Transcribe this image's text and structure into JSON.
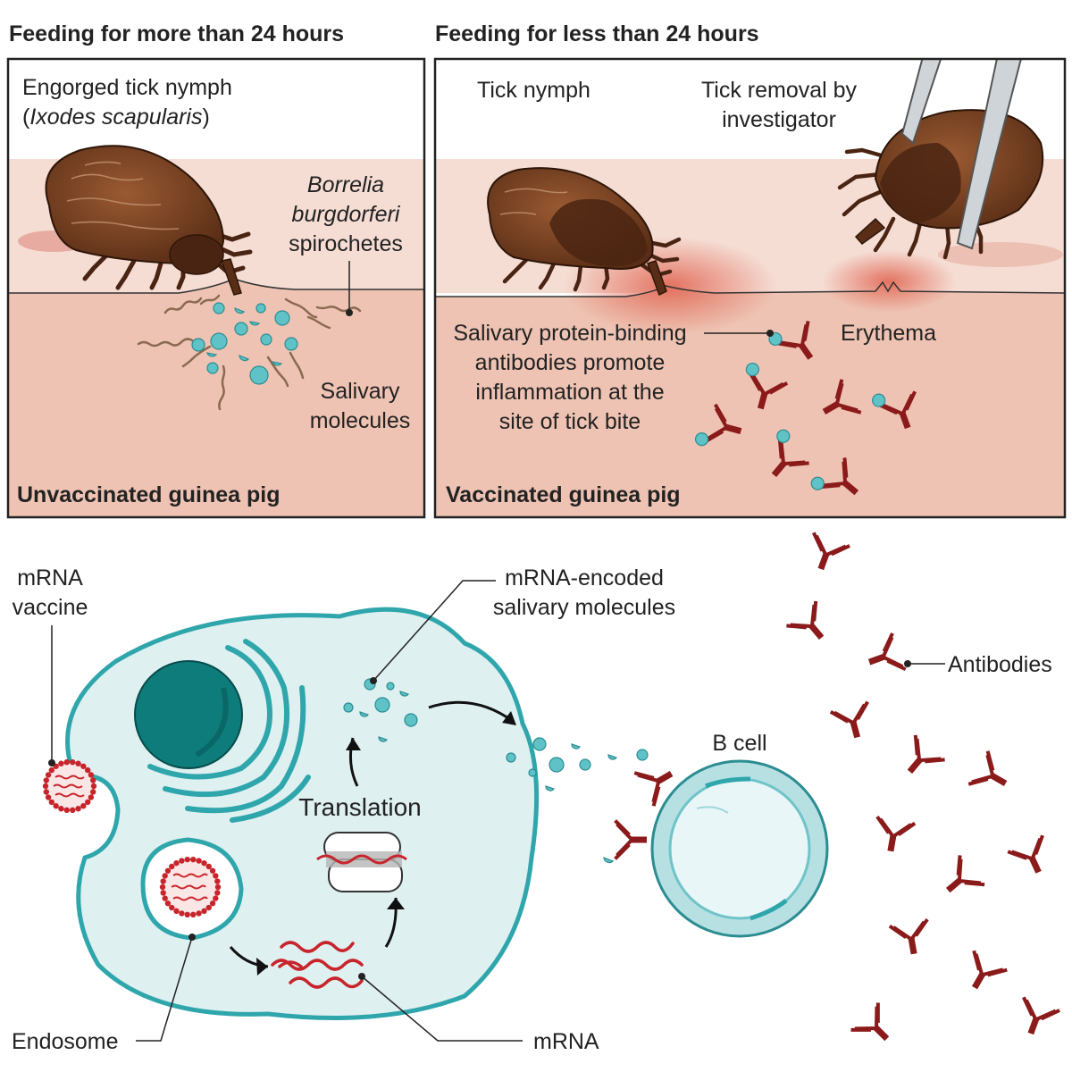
{
  "colors": {
    "skin_top": "#f5ddd4",
    "skin_bottom": "#eec3b3",
    "cell_fill": "#dff0f1",
    "cell_stroke": "#2fa6ab",
    "nucleus": "#0e7c7b",
    "molecule": "#5ec2c7",
    "antibody": "#8b1a1a",
    "mrna": "#c8242b",
    "tick_body": "#6b3a1f",
    "tick_shield": "#4a2412",
    "erythema": "#e0604c"
  },
  "left_panel": {
    "header": "Feeding for more than 24 hours",
    "tick_label_line1": "Engorged tick nymph",
    "tick_label_paren_open": "(",
    "tick_label_species": "Ixodes scapularis",
    "tick_label_paren_close": ")",
    "spirochete_line1": "Borrelia",
    "spirochete_line2": "burgdorferi",
    "spirochete_line3": "spirochetes",
    "saliva_line1": "Salivary",
    "saliva_line2": "molecules",
    "footer": "Unvaccinated guinea pig"
  },
  "right_panel": {
    "header": "Feeding for less than 24 hours",
    "tick_label": "Tick nymph",
    "removal_line1": "Tick removal by",
    "removal_line2": "investigator",
    "antibody_line1": "Salivary protein-binding",
    "antibody_line2": "antibodies promote",
    "antibody_line3": "inflammation at the",
    "antibody_line4": "site of tick bite",
    "erythema": "Erythema",
    "footer": "Vaccinated guinea pig"
  },
  "bottom": {
    "vaccine_line1": "mRNA",
    "vaccine_line2": "vaccine",
    "encoded_line1": "mRNA-encoded",
    "encoded_line2": "salivary molecules",
    "translation": "Translation",
    "bcell": "B cell",
    "antibodies": "Antibodies",
    "endosome": "Endosome",
    "mrna": "mRNA"
  }
}
